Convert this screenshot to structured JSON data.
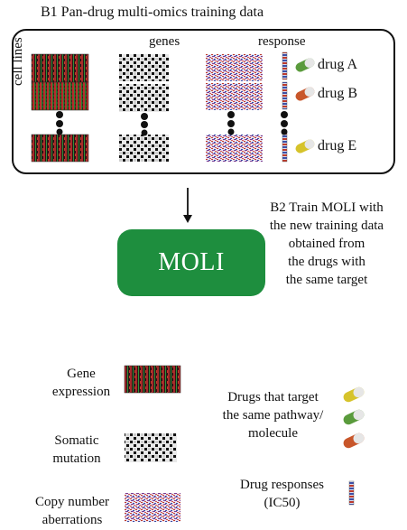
{
  "b1": {
    "title": "B1 Pan-drug multi-omics training data",
    "genes_header": "genes",
    "response_header": "response",
    "row_axis_label": "cell lines",
    "drugs": [
      {
        "label": "drug A",
        "color": "#5a9b3c"
      },
      {
        "label": "drug B",
        "color": "#c8562a"
      },
      {
        "label": "drug E",
        "color": "#d6c32b"
      }
    ]
  },
  "b2": {
    "lines": [
      "B2 Train MOLI with",
      "the new training data",
      "obtained from",
      "the drugs with",
      "the same target"
    ]
  },
  "model_label": "MOLI",
  "colors": {
    "moli_green": "#1e8e3e",
    "expr_red": "#b82c2c",
    "expr_green": "#2e7d32",
    "mutation_black": "#111111"
  },
  "legend": {
    "gene_expression": [
      "Gene",
      "expression"
    ],
    "somatic_mutation": [
      "Somatic",
      "mutation"
    ],
    "copy_number": [
      "Copy number",
      "aberrations"
    ],
    "drugs_same_target": [
      "Drugs that target",
      "the same pathway/",
      "molecule"
    ],
    "drug_responses": [
      "Drug responses",
      "(IC50)"
    ]
  }
}
